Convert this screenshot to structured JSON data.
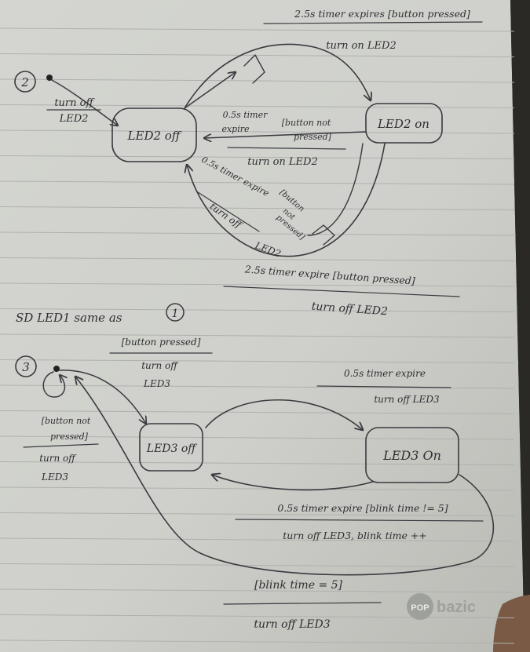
{
  "header_fragment": "",
  "section1": {
    "marker": "2",
    "init_action": [
      "turn off",
      "LED2"
    ],
    "state_off": "LED2 off",
    "state_on": "LED2 on",
    "t_top": [
      "2.5s timer expires [button pressed]",
      "turn on LED2"
    ],
    "t_mid": [
      "0.5s timer",
      "expire",
      "[button not",
      "pressed]",
      "turn on LED2"
    ],
    "t_inner": [
      "0.5s timer expire",
      "[button",
      "not",
      "pressed]",
      "turn off",
      "LED2"
    ],
    "t_bottom": [
      "2.5s timer expire [button pressed]",
      "turn off LED2"
    ]
  },
  "sd_line": "SD LED1 same as",
  "sd_ref": "1",
  "section3": {
    "marker": "3",
    "init_guard": [
      "[button pressed]",
      "turn off",
      "LED3"
    ],
    "self_loop": [
      "[button not",
      "pressed]",
      "turn off",
      "LED3"
    ],
    "state_off": "LED3 off",
    "state_on": "LED3 On",
    "t_on": [
      "0.5s timer expire",
      "turn off LED3"
    ],
    "t_back": [
      "0.5s timer expire [blink time != 5]",
      "turn off LED3, blink time ++"
    ],
    "t_final": [
      "[blink time = 5]",
      "turn off LED3"
    ]
  },
  "logo": {
    "pop": "POP",
    "brand": "bazic"
  }
}
